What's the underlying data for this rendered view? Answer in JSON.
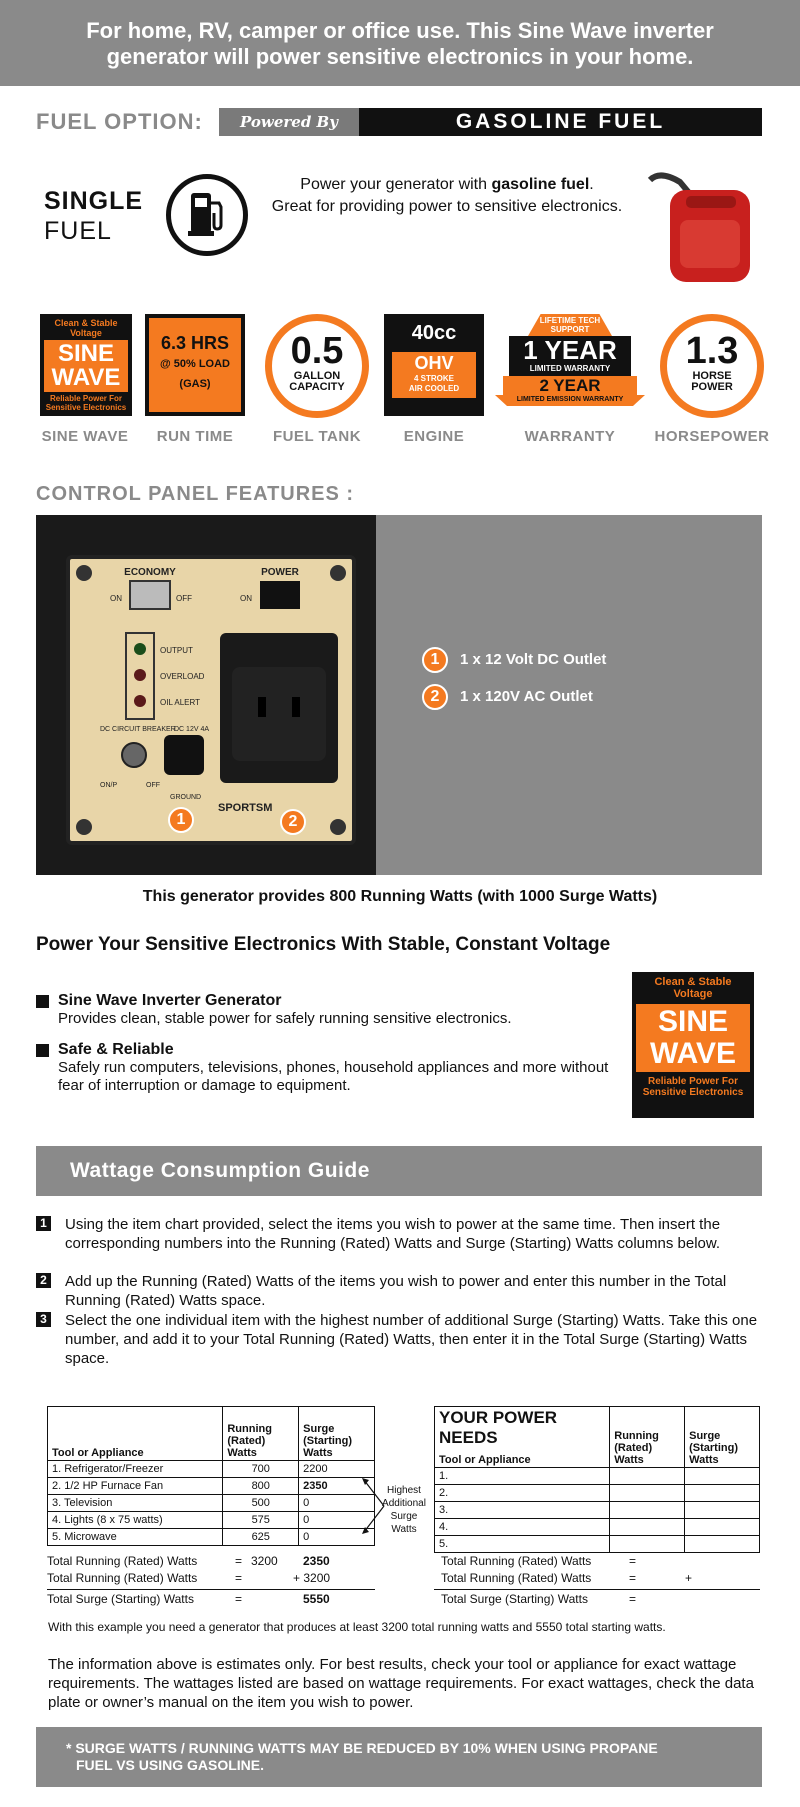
{
  "banner": {
    "line1": "For home, RV, camper or office use. This Sine Wave inverter",
    "line2": "generator will power sensitive electronics in your home."
  },
  "fuel_option": {
    "label": "FUEL OPTION:",
    "powered_by": "Powered By",
    "fuel": "GASOLINE FUEL"
  },
  "single_fuel": {
    "line1": "SINGLE",
    "line2": "FUEL",
    "desc_pre": "Power your generator with ",
    "desc_bold": "gasoline fuel",
    "desc_post": ".",
    "desc_line2": "Great for providing power to sensitive electronics."
  },
  "badges": {
    "sine_wave": {
      "top": "Clean & Stable Voltage",
      "big1": "SINE",
      "big2": "WAVE",
      "bottom": "Reliable Power For Sensitive Electronics",
      "caption": "SINE WAVE"
    },
    "run_time": {
      "big": "6.3 HRS",
      "line2": "@ 50% LOAD",
      "line3": "(GAS)",
      "caption": "RUN TIME"
    },
    "fuel_tank": {
      "big": "0.5",
      "line2": "GALLON",
      "line3": "CAPACITY",
      "caption": "FUEL TANK"
    },
    "engine": {
      "top": "40cc",
      "mid": "OHV",
      "line3": "4 STROKE",
      "line4": "AIR COOLED",
      "caption": "ENGINE"
    },
    "warranty": {
      "t1": "LIFETIME TECH SUPPORT",
      "t2": "1 YEAR",
      "t3": "LIMITED WARRANTY",
      "t4": "2 YEAR",
      "t5": "LIMITED EMISSION WARRANTY",
      "caption": "WARRANTY"
    },
    "horsepower": {
      "big": "1.3",
      "line2": "HORSE",
      "line3": "POWER",
      "caption": "HORSEPOWER"
    }
  },
  "control_panel": {
    "title": "CONTROL PANEL FEATURES :",
    "photo_labels": {
      "economy": "ECONOMY",
      "power": "POWER",
      "on1": "ON",
      "off1": "OFF",
      "on2": "ON",
      "output": "OUTPUT",
      "overload": "OVERLOAD",
      "oil_alert": "OIL ALERT",
      "dc_breaker": "DC CIRCUIT BREAKER",
      "dc_rating": "DC 12V 4A",
      "onp": "ON/P",
      "off2": "OFF",
      "ground": "GROUND",
      "brand": "SPORTSM"
    },
    "outlets": [
      {
        "num": "1",
        "label": "1 x 12 Volt DC Outlet"
      },
      {
        "num": "2",
        "label": "1 x 120V AC Outlet"
      }
    ]
  },
  "running_watts_line": "This generator provides 800 Running Watts (with 1000 Surge Watts)",
  "power_heading": "Power Your Sensitive Electronics With Stable, Constant Voltage",
  "features": [
    {
      "title": "Sine Wave Inverter Generator",
      "desc": "Provides clean, stable power for safely running sensitive electronics."
    },
    {
      "title": "Safe & Reliable",
      "desc": "Safely run computers, televisions, phones, household appliances and more without fear of interruption or damage to equipment."
    }
  ],
  "wattage_guide": {
    "title": "Wattage Consumption Guide",
    "steps": [
      {
        "num": "1",
        "text": "Using the item chart provided, select the items you wish to power at the same time. Then insert the corresponding numbers into the Running (Rated) Watts and Surge (Starting) Watts columns below."
      },
      {
        "num": "2",
        "text": "Add up the Running (Rated) Watts of the items you wish to power and enter this number in the Total Running (Rated) Watts space."
      },
      {
        "num": "3",
        "text": "Select the one individual item with the highest number of additional Surge (Starting) Watts. Take this one number, and add it to your Total Running (Rated) Watts, then enter it in the Total Surge (Starting) Watts space."
      }
    ],
    "example_table": {
      "headers": [
        "Tool or Appliance",
        "Running (Rated) Watts",
        "Surge (Starting) Watts"
      ],
      "rows": [
        [
          "1. Refrigerator/Freezer",
          "700",
          "2200"
        ],
        [
          "2. 1/2 HP Furnace Fan",
          "800",
          "2350"
        ],
        [
          "3. Television",
          "500",
          "0"
        ],
        [
          "4. Lights (8 x 75 watts)",
          "575",
          "0"
        ],
        [
          "5. Microwave",
          "625",
          "0"
        ]
      ]
    },
    "highest_note": "Highest Additional Surge Watts",
    "your_table": {
      "title": "YOUR POWER NEEDS",
      "headers": [
        "Tool or Appliance",
        "Running (Rated) Watts",
        "Surge (Starting) Watts"
      ],
      "rows": [
        "1.",
        "2.",
        "3.",
        "4.",
        "5."
      ]
    },
    "totals_left": {
      "r1_label": "Total Running (Rated) Watts",
      "r1_eq": "=",
      "r1_val": "3200",
      "r1_surge": "2350",
      "r2_label": "Total Running (Rated) Watts",
      "r2_eq": "=",
      "r2_val": "+ 3200",
      "r3_label": "Total Surge (Starting) Watts",
      "r3_eq": "=",
      "r3_val": "5550"
    },
    "totals_right": {
      "r1_label": "Total Running (Rated) Watts",
      "r1_eq": "=",
      "r2_label": "Total Running (Rated) Watts",
      "r2_eq": "=",
      "r2_plus": "+",
      "r3_label": "Total Surge (Starting) Watts",
      "r3_eq": "="
    },
    "example_note": "With this example you need a generator that produces at least 3200 total running watts and 5550 total starting watts.",
    "disclaimer": "The information above is estimates only.  For best results, check your tool or appliance for exact wattage requirements. The wattages listed are based on wattage requirements. For exact wattages, check the data plate or owner’s manual on the item you wish to power.",
    "footer_line1": "* SURGE WATTS / RUNNING WATTS MAY BE REDUCED BY 10% WHEN USING PROPANE",
    "footer_line2": "FUEL VS USING GASOLINE."
  },
  "colors": {
    "accent_orange": "#f47a20",
    "banner_grey": "#8a8a8a",
    "black": "#111111"
  }
}
